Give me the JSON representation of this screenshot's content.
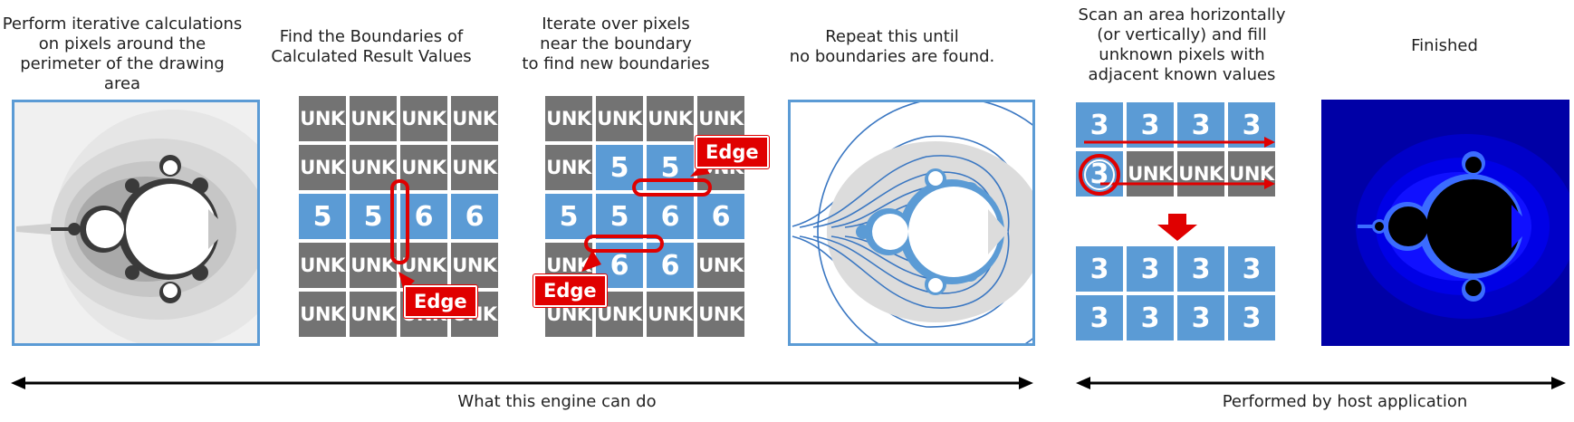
{
  "steps": {
    "s1": "Perform iterative calculations\non pixels around the\nperimeter of the drawing area",
    "s2": "Find the Boundaries of\nCalculated Result Values",
    "s3": "Iterate over pixels\nnear the boundary\nto find new boundaries",
    "s4": "Repeat this until\nno boundaries are found.",
    "s5": "Scan an area horizontally\n(or vertically) and fill\nunknown pixels with\nadjacent known values",
    "s6": "Finished"
  },
  "grid1": [
    [
      "UNK",
      "UNK",
      "UNK",
      "UNK"
    ],
    [
      "UNK",
      "UNK",
      "UNK",
      "UNK"
    ],
    [
      "5",
      "5",
      "6",
      "6"
    ],
    [
      "UNK",
      "UNK",
      "UNK",
      "UNK"
    ],
    [
      "UNK",
      "UNK",
      "UNK",
      "UNK"
    ]
  ],
  "grid2": [
    [
      "UNK",
      "UNK",
      "UNK",
      "UNK"
    ],
    [
      "UNK",
      "5",
      "5",
      "UNK"
    ],
    [
      "5",
      "5",
      "6",
      "6"
    ],
    [
      "UNK",
      "6",
      "6",
      "UNK"
    ],
    [
      "UNK",
      "UNK",
      "UNK",
      "UNK"
    ]
  ],
  "grid3top": [
    [
      "3",
      "3",
      "3",
      "3"
    ],
    [
      "3",
      "UNK",
      "UNK",
      "UNK"
    ]
  ],
  "grid3bottom": [
    [
      "3",
      "3",
      "3",
      "3"
    ],
    [
      "3",
      "3",
      "3",
      "3"
    ]
  ],
  "edge_label": "Edge",
  "bottom": {
    "engine": "What this engine can do",
    "host": "Performed by host application"
  },
  "colors": {
    "unknown": "#737373",
    "known": "#5b9bd5",
    "edge": "#e00000",
    "frame": "#5b9bd5"
  }
}
